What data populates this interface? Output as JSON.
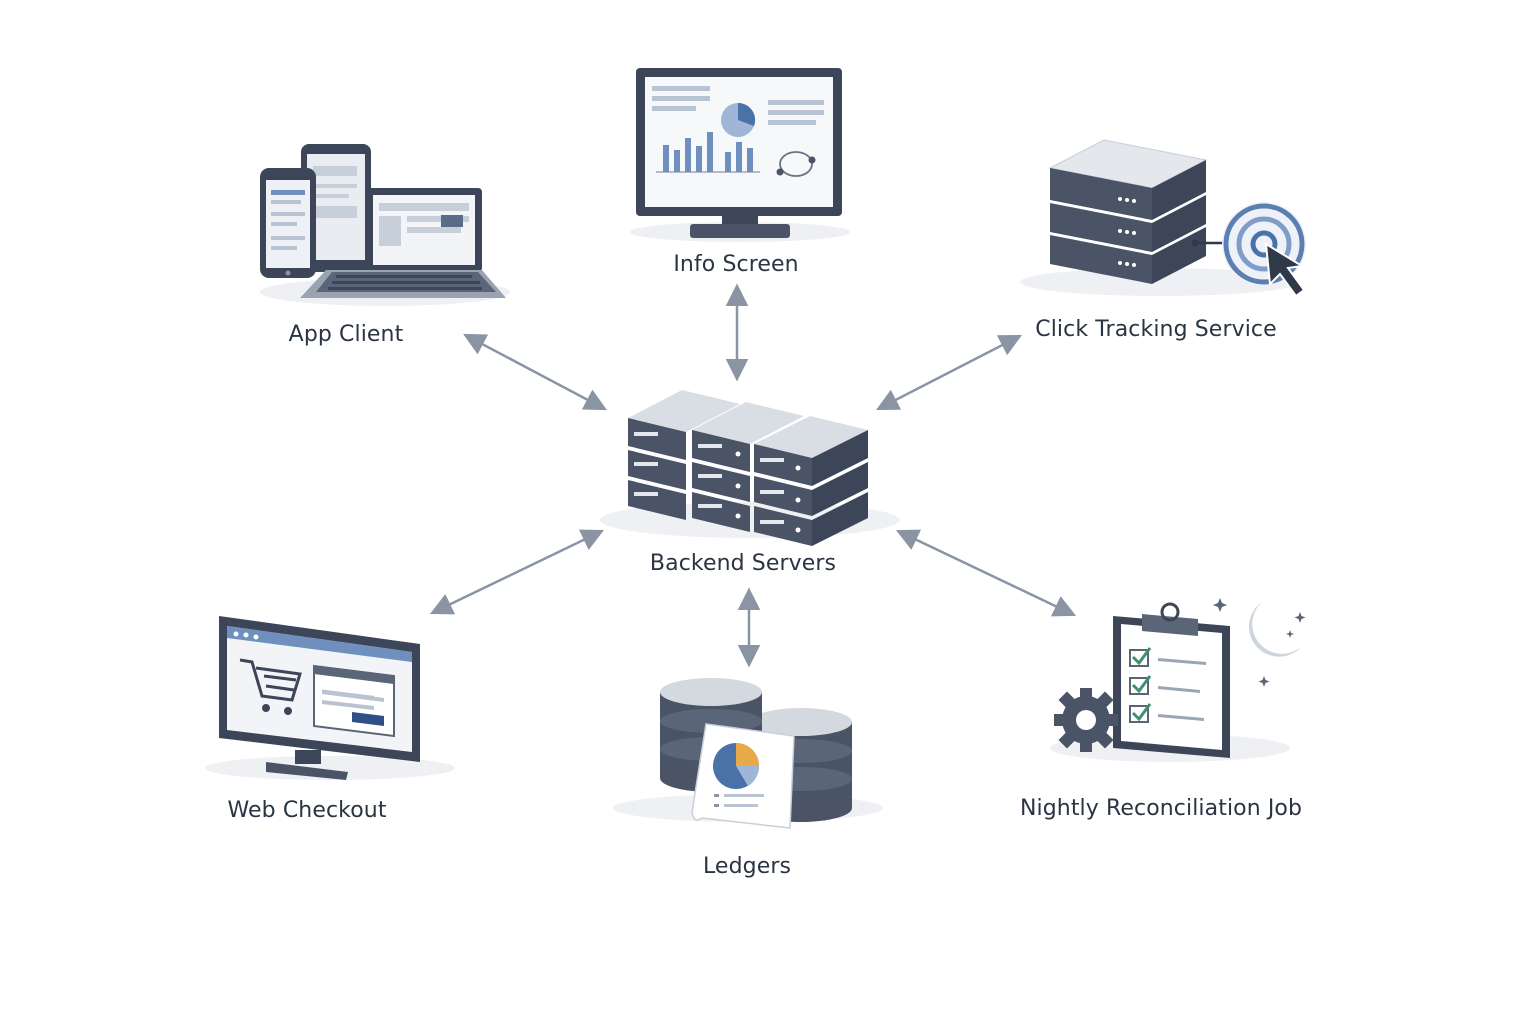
{
  "diagram": {
    "nodes": {
      "info_screen": {
        "label": "Info Screen",
        "icon": "dashboard-monitor-icon"
      },
      "app_client": {
        "label": "App Client",
        "icon": "multi-device-icon"
      },
      "click_tracking": {
        "label": "Click Tracking Service",
        "icon": "server-target-cursor-icon"
      },
      "backend": {
        "label": "Backend Servers",
        "icon": "server-cluster-icon"
      },
      "web_checkout": {
        "label": "Web Checkout",
        "icon": "shopping-cart-monitor-icon"
      },
      "ledgers": {
        "label": "Ledgers",
        "icon": "database-report-icon"
      },
      "nightly_job": {
        "label": "Nightly Reconciliation Job",
        "icon": "clipboard-gear-moon-icon"
      }
    },
    "edges": [
      {
        "from": "backend",
        "to": "app_client",
        "direction": "both"
      },
      {
        "from": "backend",
        "to": "info_screen",
        "direction": "both"
      },
      {
        "from": "backend",
        "to": "click_tracking",
        "direction": "both"
      },
      {
        "from": "backend",
        "to": "web_checkout",
        "direction": "both"
      },
      {
        "from": "backend",
        "to": "ledgers",
        "direction": "both"
      },
      {
        "from": "backend",
        "to": "nightly_job",
        "direction": "both"
      }
    ]
  },
  "colors": {
    "dark_navy": "#3c4658",
    "slate": "#5a6577",
    "light_gray": "#dfe3ea",
    "accent_blue": "#4a72a8",
    "arrow": "#8a94a3",
    "check_green": "#3f8f6e",
    "pie_orange": "#e8a94b"
  }
}
